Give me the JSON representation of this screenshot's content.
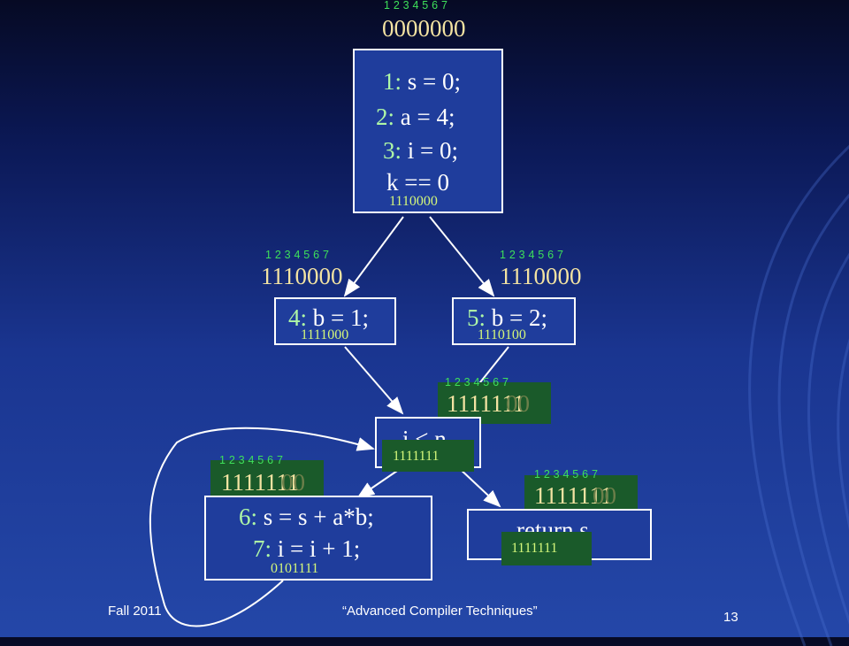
{
  "index_header": "1 2 3 4 5 6 7",
  "entry": {
    "in_bits": "0000000"
  },
  "block1": {
    "lines": [
      {
        "num": "1:",
        "code": " s = 0;"
      },
      {
        "num": "2:",
        "code": " a = 4;"
      },
      {
        "num": "3:",
        "code": " i = 0;"
      },
      {
        "num": "",
        "code": "k == 0"
      }
    ],
    "out_bits": "1110000"
  },
  "block4": {
    "num": "4:",
    "code": " b = 1;",
    "in_bits": "1110000",
    "out_bits": "1111000"
  },
  "block5": {
    "num": "5:",
    "code": " b = 2;",
    "in_bits": "1110000",
    "out_bits": "1110100"
  },
  "loop_head": {
    "code": "i < n",
    "in_bits": "1111111",
    "in_ghost": "00",
    "out_bits": "1111111"
  },
  "loop_body": {
    "lines": [
      {
        "num": "6:",
        "code": " s = s + a*b;"
      },
      {
        "num": "7:",
        "code": " i = i + 1;"
      }
    ],
    "in_bits": "1111111",
    "in_ghost": "00",
    "out_bits": "0101111"
  },
  "exit_block": {
    "code": "return s",
    "in_bits": "1111111",
    "in_ghost": "00",
    "out_bits": "1111111"
  },
  "footer": {
    "left": "Fall 2011",
    "center": "“Advanced Compiler Techniques”",
    "page": "13"
  },
  "colors": {
    "background_top": "#060a24",
    "background_bottom": "#2447a8",
    "box_border": "#ffffff",
    "statement_number": "#aef7a6",
    "index_digits": "#3ee05a",
    "bitvector_in": "#f3e3a2",
    "bitvector_out": "#d3f67a",
    "highlight_bg": "#1a5a2a"
  }
}
